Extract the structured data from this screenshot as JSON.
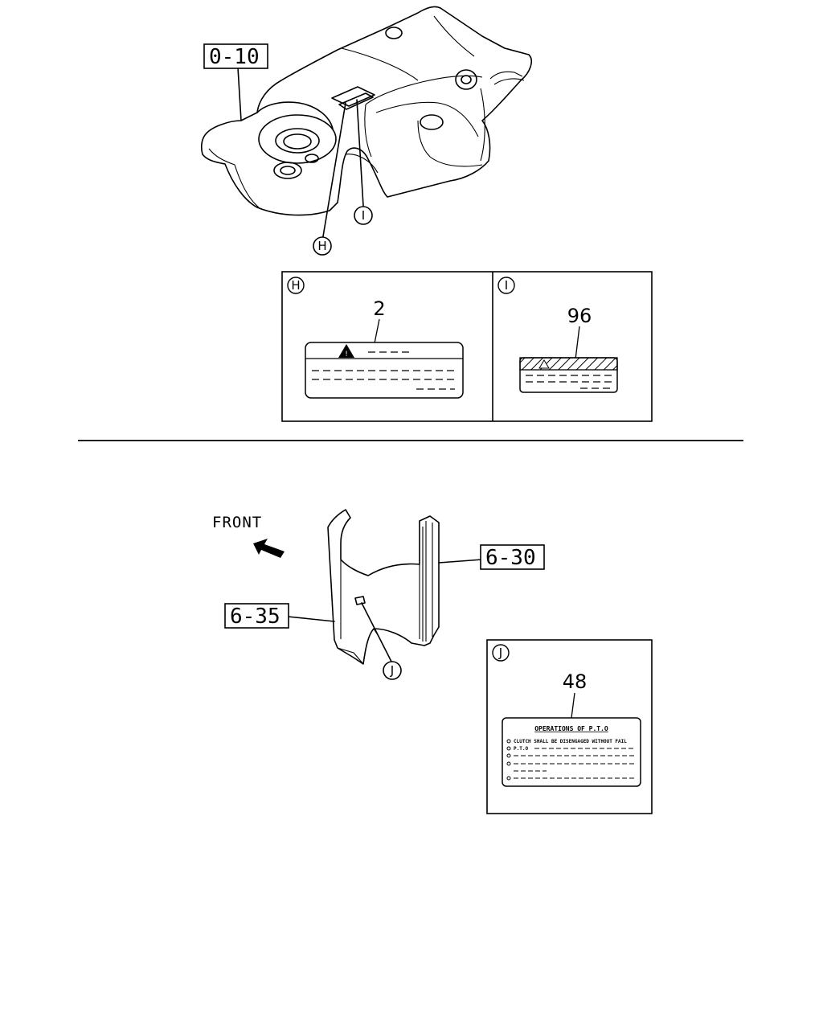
{
  "top_section": {
    "ref_label": "0-10",
    "callouts": {
      "h": "H",
      "i": "I"
    },
    "detail_h": {
      "circle": "H",
      "part_number": "2"
    },
    "detail_i": {
      "circle": "I",
      "part_number": "96"
    }
  },
  "bottom_section": {
    "front_label": "FRONT",
    "ref_left": "6-35",
    "ref_right": "6-30",
    "callout_j": "J",
    "detail_j": {
      "circle": "J",
      "part_number": "48",
      "label_title": "OPERATIONS OF P.T.O",
      "label_line1": "CLUTCH SHALL BE DISENGAGED WITHOUT FAIL",
      "label_line2": "P.T.O"
    }
  }
}
